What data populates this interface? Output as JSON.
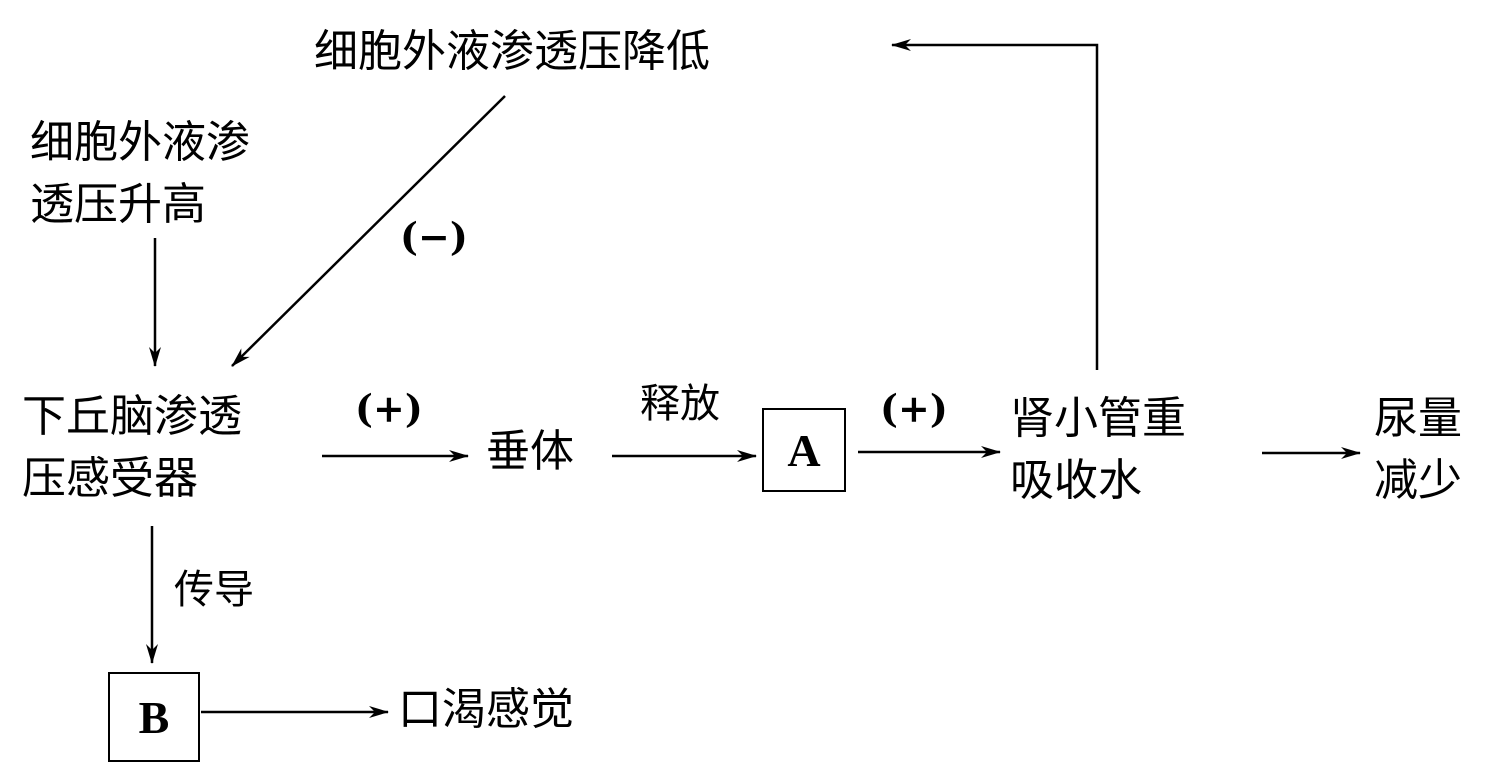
{
  "nodes": {
    "osm_low": "细胞外液渗透压降低",
    "osm_high": "细胞外液渗\n透压升高",
    "hypothalamus": "下丘脑渗透\n压感受器",
    "pituitary": "垂体",
    "box_a": "A",
    "kidney": "肾小管重\n吸收水",
    "urine": "尿量\n减少",
    "box_b": "B",
    "thirst": "口渴感觉"
  },
  "edge_labels": {
    "negative": "(−)",
    "positive_1": "(+)",
    "release": "释放",
    "positive_2": "(+)",
    "conduct": "传导"
  }
}
